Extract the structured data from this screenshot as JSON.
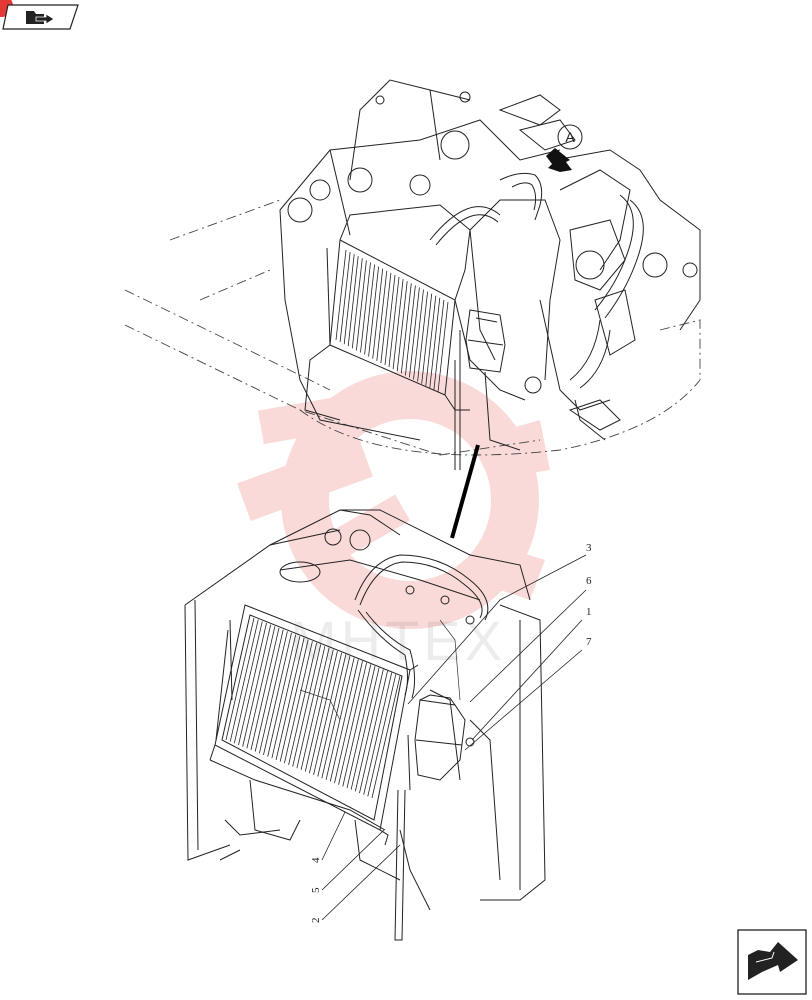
{
  "view_marker": {
    "label": "A",
    "arrow_icon": "solid-arrow-icon"
  },
  "callouts": [
    "3",
    "6",
    "1",
    "7",
    "4",
    "5",
    "2"
  ],
  "watermark": {
    "text": "MHTEX",
    "color": "#e53935"
  },
  "badges": {
    "top_left": {
      "icon": "folder-arrow-icon",
      "accent": "#e53935"
    },
    "bottom_right": {
      "icon": "page-next-arrow-icon"
    }
  }
}
